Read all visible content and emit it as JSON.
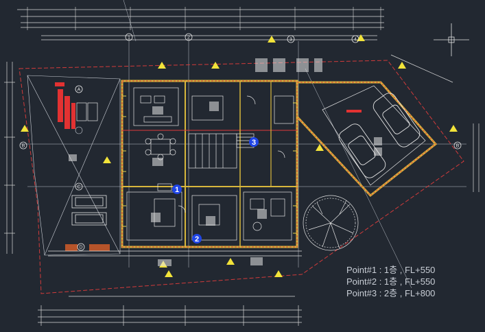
{
  "colors": {
    "background": "#222831",
    "dim_line": "#d9d9d9",
    "wall_red": "#e03a3a",
    "wall_yellow": "#d8b73c",
    "dim_yellow": "#f2e33a",
    "marker_blue": "#1f45e6",
    "legend_text": "#c9ced6"
  },
  "markers": [
    {
      "id": "1",
      "label": "1"
    },
    {
      "id": "2",
      "label": "2"
    },
    {
      "id": "3",
      "label": "3"
    }
  ],
  "grid_bubbles": {
    "top": [
      "1",
      "2",
      "3",
      "4"
    ],
    "left": [
      "A",
      "B",
      "C",
      "D"
    ],
    "right": [
      "B"
    ]
  },
  "legend": [
    {
      "text": "Point#1 : 1층 , FL+550"
    },
    {
      "text": "Point#2 : 1층 , FL+550"
    },
    {
      "text": "Point#3 : 2층 , FL+800"
    }
  ]
}
